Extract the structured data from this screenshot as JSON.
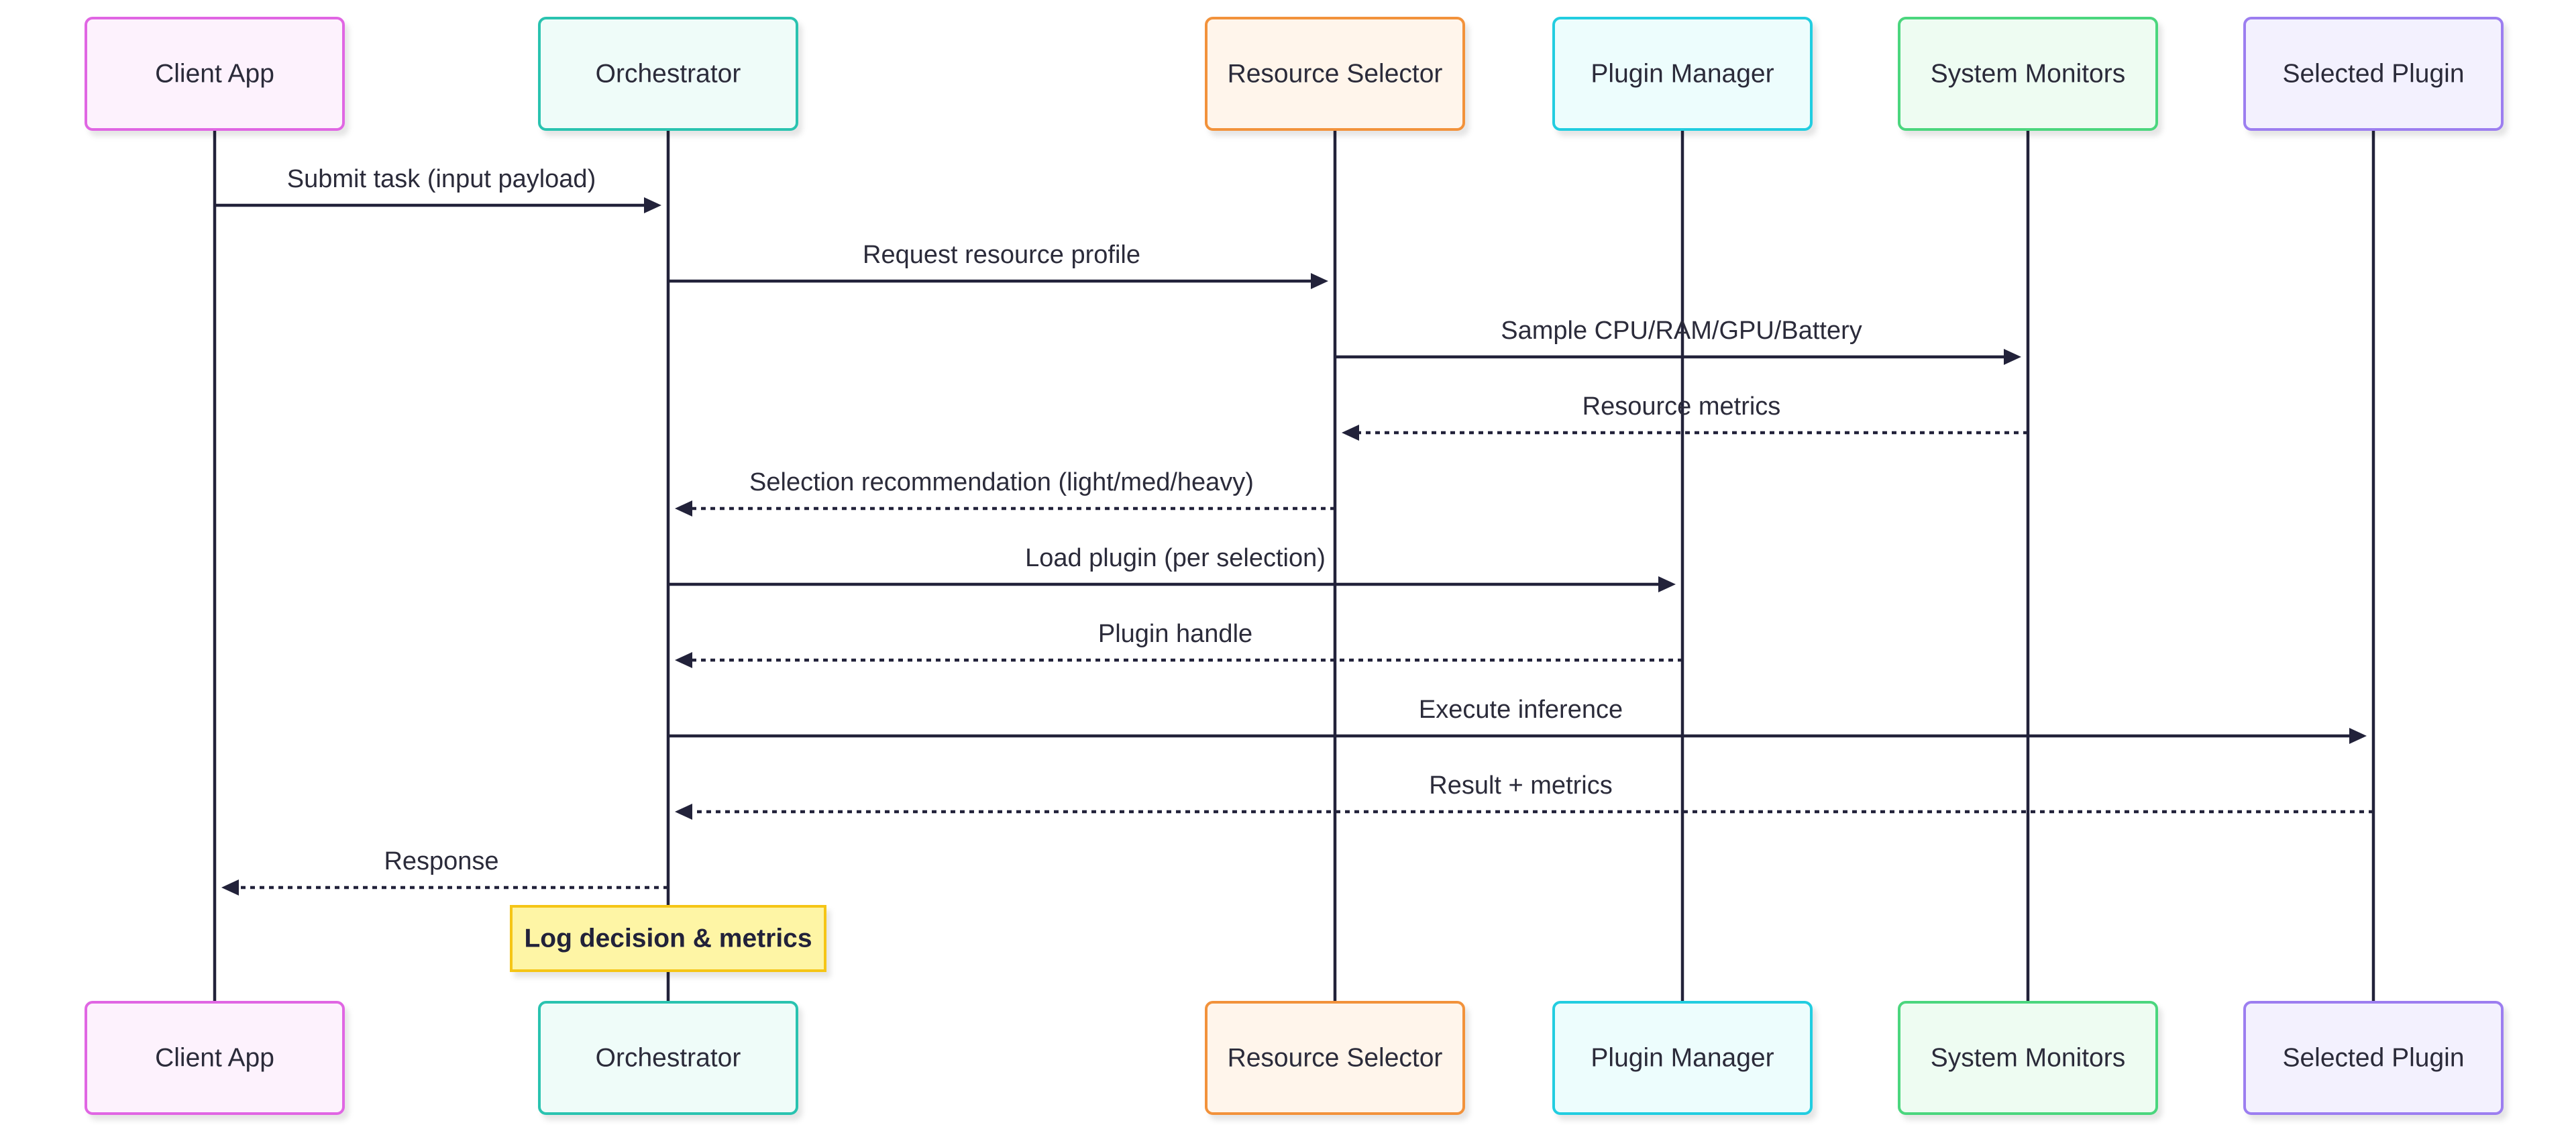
{
  "participants": [
    {
      "id": "client",
      "label": "Client App",
      "fill": "#fdf2fd",
      "stroke": "#e066e3"
    },
    {
      "id": "orchestrator",
      "label": "Orchestrator",
      "fill": "#effcf9",
      "stroke": "#2cc3b0"
    },
    {
      "id": "selector",
      "label": "Resource Selector",
      "fill": "#fff5eb",
      "stroke": "#f2923a"
    },
    {
      "id": "plugins",
      "label": "Plugin Manager",
      "fill": "#edfdfd",
      "stroke": "#22cde0"
    },
    {
      "id": "monitors",
      "label": "System Monitors",
      "fill": "#eefcf2",
      "stroke": "#4cd67e"
    },
    {
      "id": "plugin",
      "label": "Selected Plugin",
      "fill": "#f3f1fe",
      "stroke": "#9c7ef0"
    }
  ],
  "messages": [
    {
      "from": "client",
      "to": "orchestrator",
      "label": "Submit task (input payload)",
      "style": "solid"
    },
    {
      "from": "orchestrator",
      "to": "selector",
      "label": "Request resource profile",
      "style": "solid"
    },
    {
      "from": "selector",
      "to": "monitors",
      "label": "Sample CPU/RAM/GPU/Battery",
      "style": "solid"
    },
    {
      "from": "monitors",
      "to": "selector",
      "label": "Resource metrics",
      "style": "dotted"
    },
    {
      "from": "selector",
      "to": "orchestrator",
      "label": "Selection recommendation (light/med/heavy)",
      "style": "dotted"
    },
    {
      "from": "orchestrator",
      "to": "plugins",
      "label": "Load plugin (per selection)",
      "style": "solid"
    },
    {
      "from": "plugins",
      "to": "orchestrator",
      "label": "Plugin handle",
      "style": "dotted"
    },
    {
      "from": "orchestrator",
      "to": "plugin",
      "label": "Execute inference",
      "style": "solid"
    },
    {
      "from": "plugin",
      "to": "orchestrator",
      "label": "Result + metrics",
      "style": "dotted"
    },
    {
      "from": "orchestrator",
      "to": "client",
      "label": "Response",
      "style": "dotted"
    }
  ],
  "note": {
    "over": "orchestrator",
    "text": "Log decision & metrics"
  },
  "colors": {
    "line": "#22223a",
    "note_fill": "#fef5a5",
    "note_stroke": "#f5c518"
  }
}
